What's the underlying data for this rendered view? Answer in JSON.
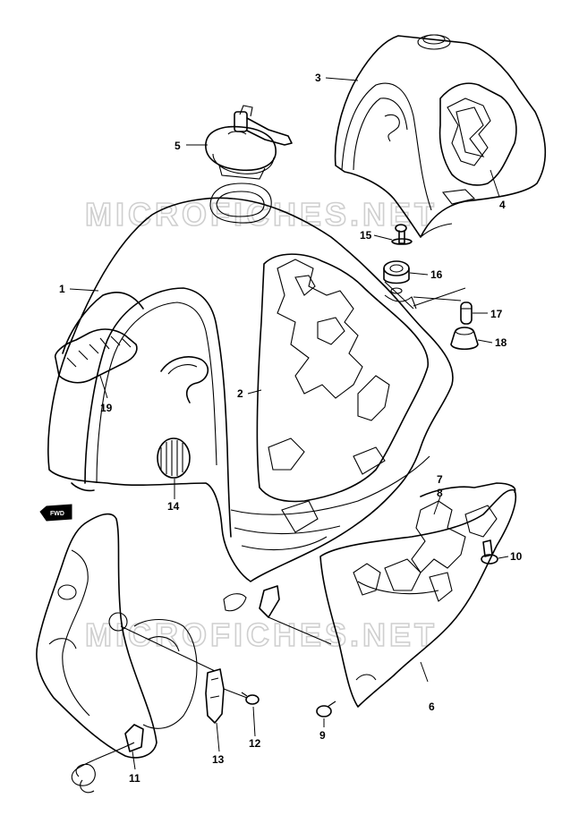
{
  "watermarks": [
    "MICROFICHES.NET",
    "MICROFICHES.NET"
  ],
  "badge": "FWD",
  "callouts": [
    {
      "id": "1",
      "label": "1"
    },
    {
      "id": "2",
      "label": "2"
    },
    {
      "id": "3",
      "label": "3"
    },
    {
      "id": "4",
      "label": "4"
    },
    {
      "id": "5",
      "label": "5"
    },
    {
      "id": "6",
      "label": "6"
    },
    {
      "id": "7",
      "label": "7"
    },
    {
      "id": "8",
      "label": "8"
    },
    {
      "id": "9",
      "label": "9"
    },
    {
      "id": "10",
      "label": "10"
    },
    {
      "id": "11",
      "label": "11"
    },
    {
      "id": "12",
      "label": "12"
    },
    {
      "id": "13",
      "label": "13"
    },
    {
      "id": "14",
      "label": "14"
    },
    {
      "id": "15",
      "label": "15"
    },
    {
      "id": "16",
      "label": "16"
    },
    {
      "id": "17",
      "label": "17"
    },
    {
      "id": "18",
      "label": "18"
    },
    {
      "id": "19",
      "label": "19"
    }
  ]
}
